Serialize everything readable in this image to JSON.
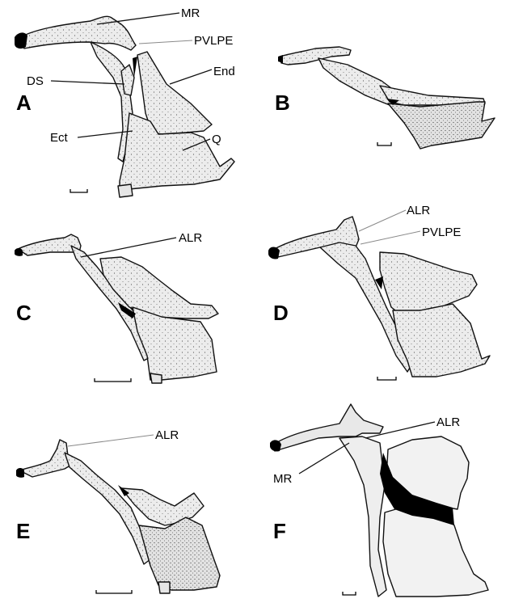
{
  "panels": [
    {
      "id": "A",
      "letter": "A",
      "labels": [
        "MR",
        "PVLPE",
        "DS",
        "End",
        "Ect",
        "Q"
      ]
    },
    {
      "id": "B",
      "letter": "B",
      "labels": []
    },
    {
      "id": "C",
      "letter": "C",
      "labels": [
        "ALR"
      ]
    },
    {
      "id": "D",
      "letter": "D",
      "labels": [
        "ALR",
        "PVLPE"
      ]
    },
    {
      "id": "E",
      "letter": "E",
      "labels": [
        "ALR"
      ]
    },
    {
      "id": "F",
      "letter": "F",
      "labels": [
        "ALR",
        "MR"
      ]
    }
  ],
  "colors": {
    "bone_fill": "#e6e6e6",
    "outline": "#111111",
    "cartilage": "#000000",
    "leader_grey": "#8a8a8a"
  }
}
